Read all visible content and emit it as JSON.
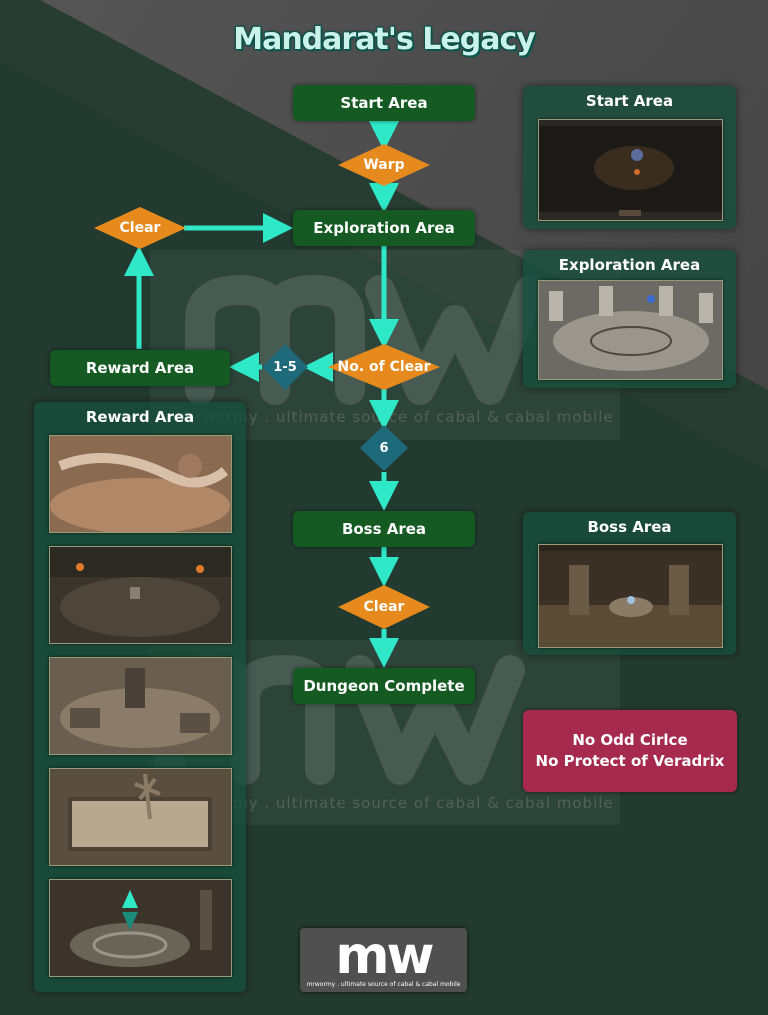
{
  "title": "Mandarat's Legacy",
  "flow": {
    "start_area": "Start Area",
    "warp": "Warp",
    "exploration_area": "Exploration Area",
    "clear_loop": "Clear",
    "no_of_clear": "No. of Clear",
    "branch_low": "1-5",
    "reward_area": "Reward Area",
    "branch_high": "6",
    "boss_area": "Boss Area",
    "clear_boss": "Clear",
    "dungeon_complete": "Dungeon Complete"
  },
  "panels": {
    "start": "Start Area",
    "exploration": "Exploration Area",
    "boss": "Boss Area",
    "reward": "Reward Area"
  },
  "note": {
    "line1": "No Odd Cirlce",
    "line2": "No Protect of Veradrix"
  },
  "watermark": {
    "letters": "mw",
    "tagline": "mrwormy . ultimate source of cabal & cabal mobile"
  },
  "colors": {
    "box_green": "#145a22",
    "diamond_orange": "#e68a1e",
    "diamond_teal": "#1f6a7a",
    "arrow_teal": "#2ee8c8",
    "note_red": "#a52a4e"
  }
}
